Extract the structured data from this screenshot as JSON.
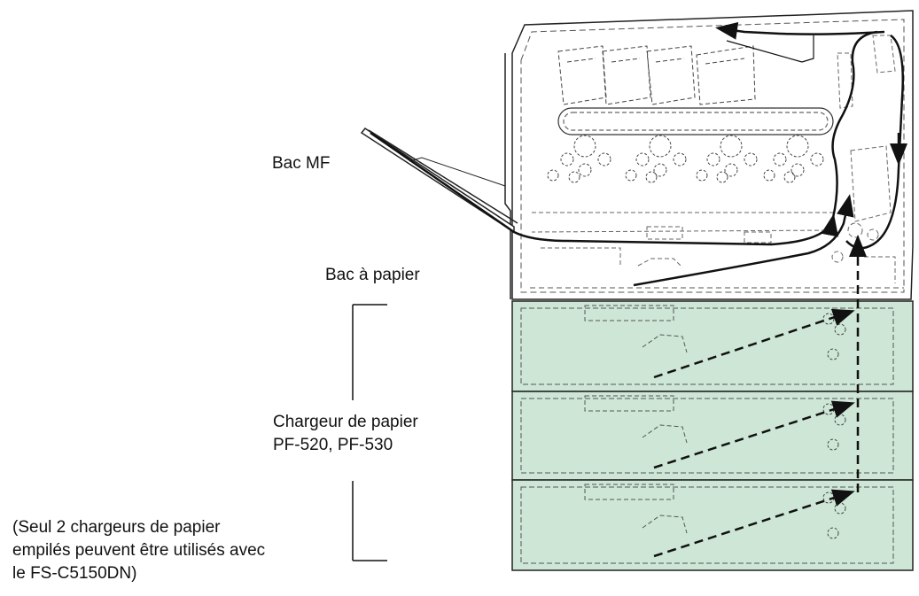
{
  "labels": {
    "mf_tray": "Bac MF",
    "paper_tray": "Bac à papier",
    "feeder_line1": "Chargeur de papier",
    "feeder_line2": "PF-520, PF-530",
    "note_line1": "(Seul 2 chargeurs de papier",
    "note_line2": "empilés peuvent être utilisés avec",
    "note_line3": "le FS-C5150DN)"
  },
  "colors": {
    "feeder_fill": "#cde6d6",
    "line": "#222222",
    "dash": "#555555"
  },
  "feeders": {
    "count": 3
  }
}
